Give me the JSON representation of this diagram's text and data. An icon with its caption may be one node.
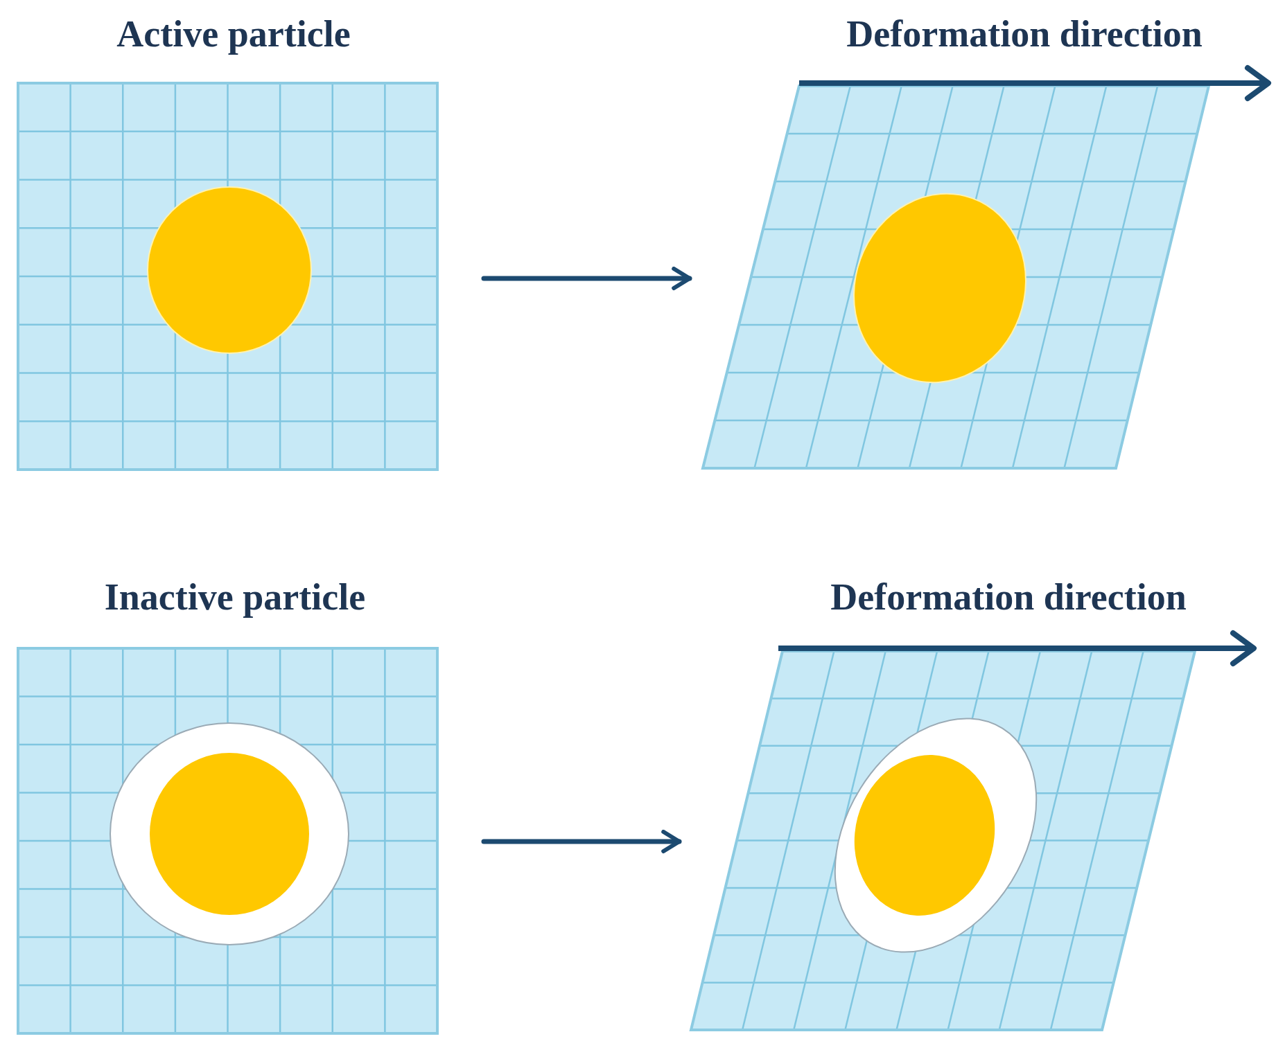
{
  "diagram": {
    "nodes": [
      {
        "text": [
          "Active particle"
        ]
      },
      {
        "text": [
          "Deformation direction"
        ]
      },
      {
        "text": [
          "Inactive particle"
        ]
      },
      {
        "text": [
          "Deformation direction"
        ]
      }
    ],
    "edges": [
      {
        "from": 0,
        "to": 1,
        "arrow": "to"
      },
      {
        "from": 2,
        "to": 3,
        "arrow": "to"
      }
    ]
  }
}
